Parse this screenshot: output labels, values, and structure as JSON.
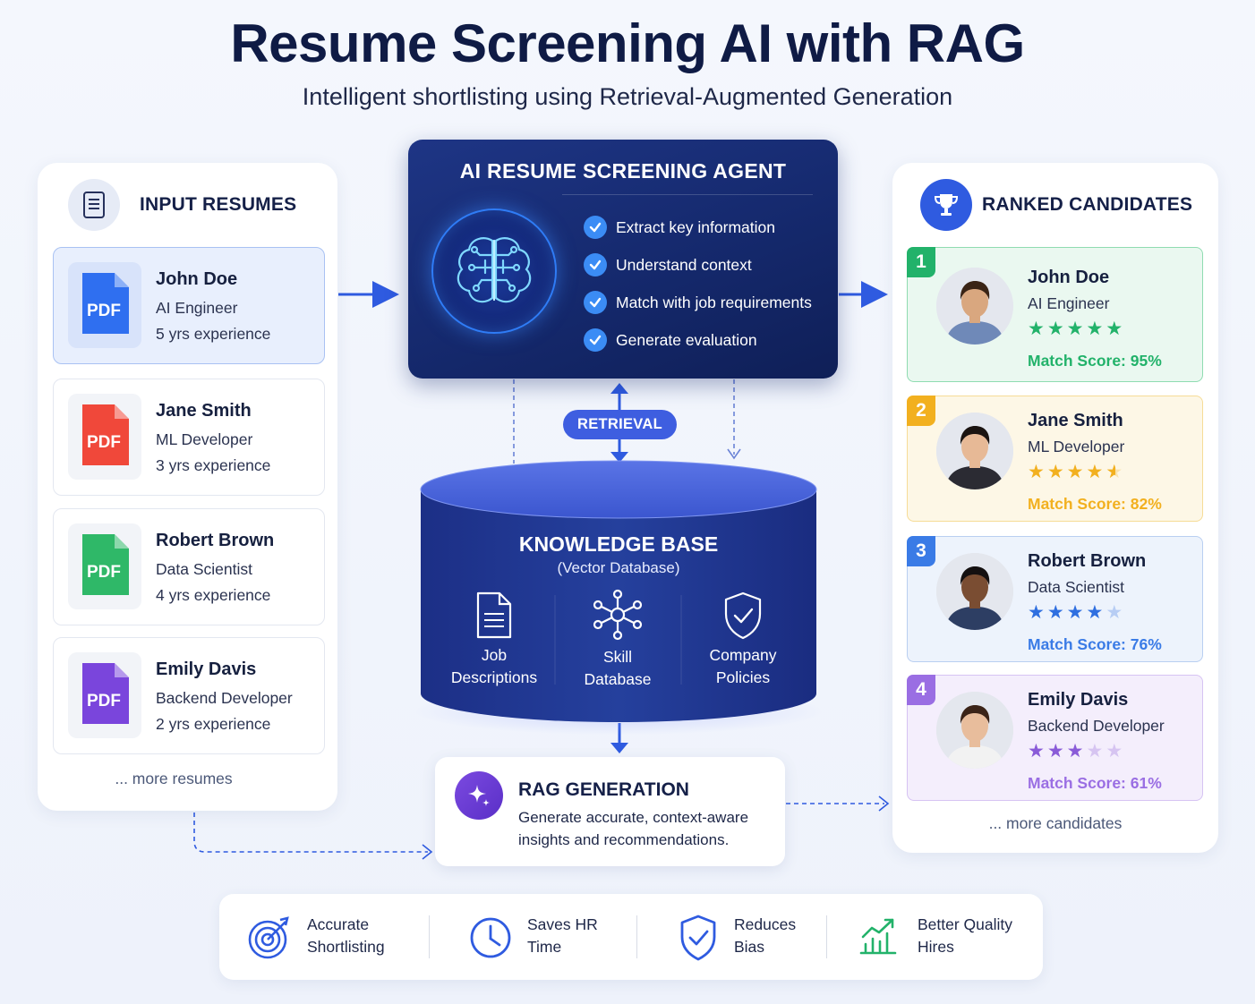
{
  "header": {
    "title": "Resume Screening AI with RAG",
    "subtitle": "Intelligent shortlisting using Retrieval-Augmented Generation"
  },
  "input": {
    "title": "INPUT RESUMES",
    "icon": "document-icon",
    "resumes": [
      {
        "name": "John Doe",
        "role": "AI Engineer",
        "experience": "5 yrs experience",
        "file_label": "PDF",
        "color": "#2f6ff0"
      },
      {
        "name": "Jane Smith",
        "role": "ML Developer",
        "experience": "3 yrs experience",
        "file_label": "PDF",
        "color": "#f0483a"
      },
      {
        "name": "Robert Brown",
        "role": "Data Scientist",
        "experience": "4 yrs experience",
        "file_label": "PDF",
        "color": "#2fb868"
      },
      {
        "name": "Emily Davis",
        "role": "Backend Developer",
        "experience": "2 yrs experience",
        "file_label": "PDF",
        "color": "#7a45dc"
      }
    ],
    "more": "... more resumes"
  },
  "agent": {
    "title": "AI RESUME SCREENING AGENT",
    "icon": "brain-circuit-icon",
    "steps": [
      "Extract key information",
      "Understand context",
      "Match with job requirements",
      "Generate evaluation"
    ]
  },
  "retrieval": {
    "label": "RETRIEVAL"
  },
  "knowledge_base": {
    "title": "KNOWLEDGE BASE",
    "subtitle": "(Vector Database)",
    "items": [
      {
        "line1": "Job",
        "line2": "Descriptions",
        "icon": "document-icon"
      },
      {
        "line1": "Skill",
        "line2": "Database",
        "icon": "network-icon"
      },
      {
        "line1": "Company",
        "line2": "Policies",
        "icon": "shield-check-icon"
      }
    ]
  },
  "rag": {
    "title": "RAG GENERATION",
    "line1": "Generate accurate, context-aware",
    "line2": "insights and recommendations.",
    "icon": "sparkle-icon"
  },
  "ranked": {
    "title": "RANKED CANDIDATES",
    "icon": "trophy-icon",
    "candidates": [
      {
        "rank": "1",
        "name": "John Doe",
        "role": "AI Engineer",
        "rating": 5,
        "score": "Match Score: 95%",
        "accent": "#22b26a",
        "bg": "#eaf8f0",
        "border": "#8fdcb1",
        "star_color": "#22b26a"
      },
      {
        "rank": "2",
        "name": "Jane Smith",
        "role": "ML Developer",
        "rating": 4.5,
        "score": "Match Score: 82%",
        "accent": "#f2b01f",
        "bg": "#fdf7e6",
        "border": "#f6dc97",
        "star_color": "#f2b01f"
      },
      {
        "rank": "3",
        "name": "Robert Brown",
        "role": "Data Scientist",
        "rating": 4,
        "score": "Match Score: 76%",
        "accent": "#3a7be6",
        "bg": "#edf3fc",
        "border": "#b9cff1",
        "star_color": "#2f6fe0"
      },
      {
        "rank": "4",
        "name": "Emily Davis",
        "role": "Backend Developer",
        "rating": 3,
        "score": "Match Score: 61%",
        "accent": "#9a6ee3",
        "bg": "#f4eefc",
        "border": "#d6c3f3",
        "star_color": "#8a5bd8"
      }
    ],
    "more": "... more candidates"
  },
  "benefits": [
    {
      "line1": "Accurate",
      "line2": "Shortlisting",
      "icon": "target-icon"
    },
    {
      "line1": "Saves HR",
      "line2": "Time",
      "icon": "clock-icon"
    },
    {
      "line1": "Reduces",
      "line2": "Bias",
      "icon": "shield-check-icon"
    },
    {
      "line1": "Better Quality",
      "line2": "Hires",
      "icon": "growth-chart-icon"
    }
  ]
}
